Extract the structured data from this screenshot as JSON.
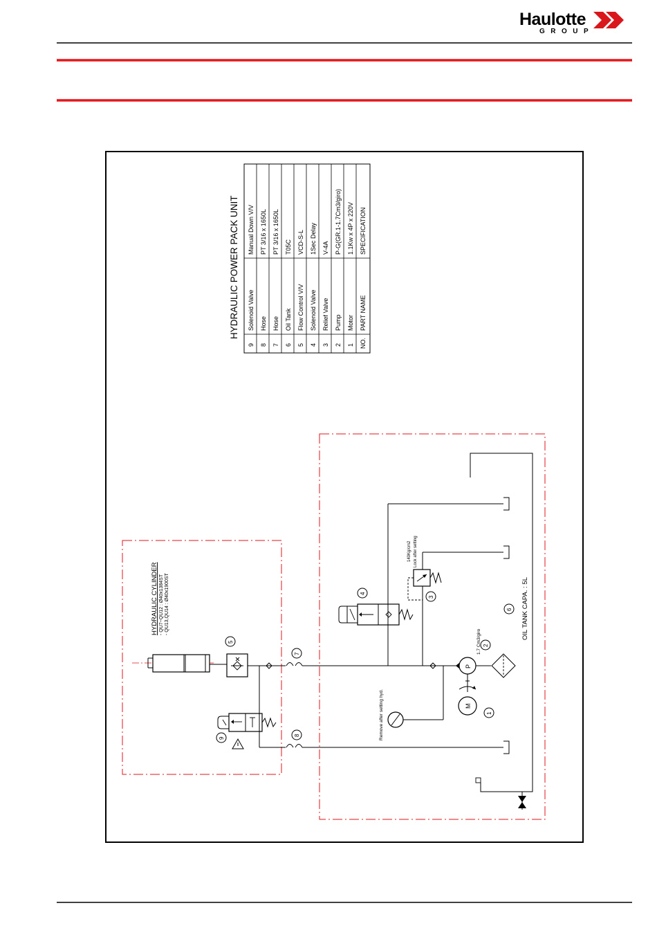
{
  "brand": {
    "name": "Haulotte",
    "group_label": "GROUP",
    "accent_red": "#e3161b",
    "logo_red": "#d9161c"
  },
  "table": {
    "title": "HYDRAULIC POWER PACK UNIT",
    "header": {
      "no": "NO.",
      "part": "PART NAME",
      "spec": "SPECIFICATION"
    },
    "rows": [
      {
        "no": "1",
        "part": "Motor",
        "spec": "1.1Kw x 4P x 220V"
      },
      {
        "no": "2",
        "part": "Pump",
        "spec": "P-G(GR.1-1.7Cm3/giro)"
      },
      {
        "no": "3",
        "part": "Relief Valve",
        "spec": "V-4A"
      },
      {
        "no": "4",
        "part": "Solenoid Valve",
        "spec": "1Sec Delay"
      },
      {
        "no": "5",
        "part": "Flow Control V/V",
        "spec": "VCD-S-L"
      },
      {
        "no": "6",
        "part": "Oil Tank",
        "spec": "T05C"
      },
      {
        "no": "7",
        "part": "Hose",
        "spec": "PT 3/16 x 1650L"
      },
      {
        "no": "8",
        "part": "Hose",
        "spec": "PT 3/16 x 1650L"
      },
      {
        "no": "9",
        "part": "Solenoid Valve",
        "spec": "Manual Down V/V"
      }
    ]
  },
  "cylinder": {
    "title": "HYDRAULIC CYLINDER",
    "line1": "- QU7~QU12 : Ø40x1384ST",
    "line2": "- QU13,QU14 : Ø40x1900ST"
  },
  "annotations": {
    "relief_setting": "140Kg/cm2",
    "lock_note": "Lock after setting",
    "pump_disp": "1.7 Cm3/giro",
    "gauge_note": "Remove after setting hyd.",
    "tank_capacity": "OIL TANK CAPA. : 5L",
    "pump_letter": "P",
    "motor_letter": "M"
  },
  "callouts": {
    "c1": "1",
    "c2": "2",
    "c3": "3",
    "c4": "4",
    "c5": "5",
    "c6": "6",
    "c7": "7",
    "c8": "8",
    "c9": "9"
  }
}
